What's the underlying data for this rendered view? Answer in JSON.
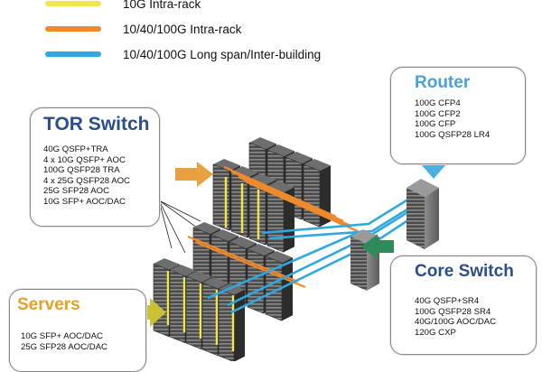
{
  "legend": [
    {
      "label": "10G Intra-rack",
      "color": "#f3e64a"
    },
    {
      "label": "10/40/100G Intra-rack",
      "color": "#ee8a2c"
    },
    {
      "label": "10/40/100G Long span/Inter-building",
      "color": "#2fa8e0"
    }
  ],
  "tor_switch": {
    "title": "TOR Switch",
    "items": [
      "40G QSFP+TRA",
      "4 x 10G QSFP+ AOC",
      "100G QSFP28 TRA",
      "4 x 25G QSFP28 AOC",
      "25G SFP28 AOC",
      "10G SFP+ AOC/DAC"
    ]
  },
  "router": {
    "title": "Router",
    "items": [
      "100G CFP4",
      "100G CFP2",
      "100G CFP",
      "100G QSFP28 LR4"
    ]
  },
  "core_switch": {
    "title": "Core Switch",
    "items": [
      "40G QSFP+SR4",
      "100G QSFP28 SR4",
      "40G/100G AOC/DAC",
      "120G CXP"
    ]
  },
  "servers": {
    "title": "Servers",
    "items": [
      "10G SFP+ AOC/DAC",
      "25G SFP28 AOC/DAC"
    ]
  },
  "colors": {
    "title_blue": "#2b4e86",
    "router_blue": "#4aa1d6",
    "servers_gold": "#e2a128",
    "arrow_orange": "#e8a040",
    "arrow_green": "#2f8a5a",
    "arrow_cyan": "#4ab0e0",
    "arrow_olive": "#c9c235"
  }
}
